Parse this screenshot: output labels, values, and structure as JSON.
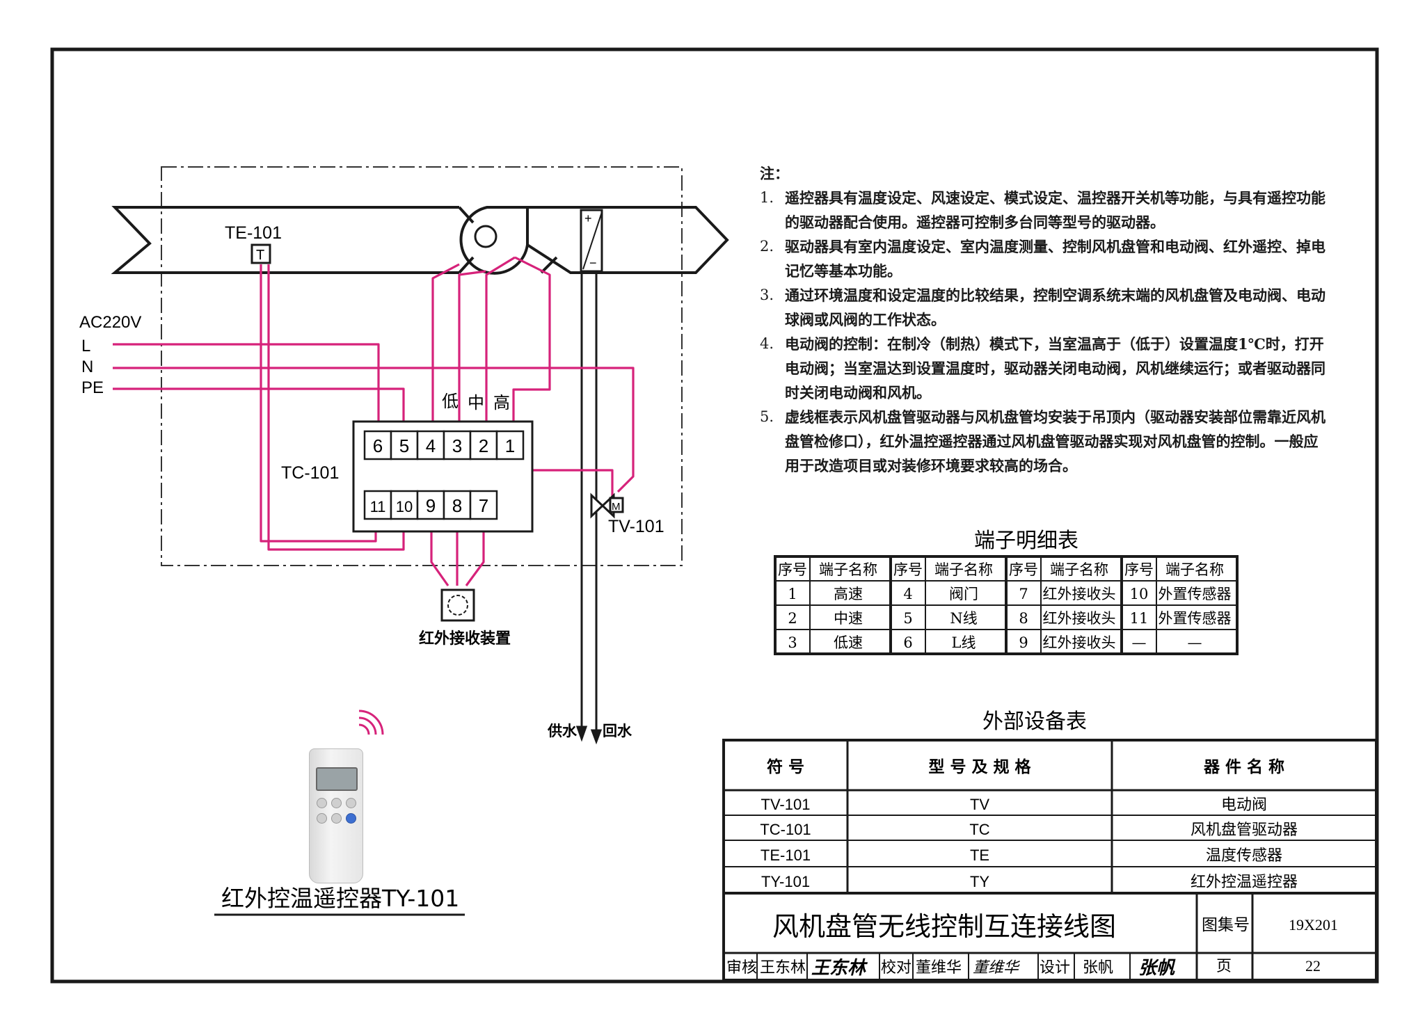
{
  "diagram": {
    "sensor_label": "TE-101",
    "sensor_symbol": "T",
    "power_label": "AC220V",
    "power_lines": [
      "L",
      "N",
      "PE"
    ],
    "speed_labels": [
      "低",
      "中",
      "高"
    ],
    "controller_label": "TC-101",
    "terminals_top": [
      "6",
      "5",
      "4",
      "3",
      "2",
      "1"
    ],
    "terminals_bottom": [
      "11",
      "10",
      "9",
      "8",
      "7"
    ],
    "valve_label": "TV-101",
    "valve_motor_symbol": "M",
    "coil_plus": "+",
    "coil_minus": "−",
    "ir_receiver_label": "红外接收装置",
    "supply_water": "供水",
    "return_water": "回水",
    "remote_caption": "红外控温遥控器TY-101"
  },
  "notes": {
    "heading": "注：",
    "items": [
      {
        "num": "1.",
        "text": "遥控器具有温度设定、风速设定、模式设定、温控器开关机等功能，与具有遥控功能的驱动器配合使用。遥控器可控制多台同等型号的驱动器。"
      },
      {
        "num": "2.",
        "text": "驱动器具有室内温度设定、室内温度测量、控制风机盘管和电动阀、红外遥控、掉电记忆等基本功能。"
      },
      {
        "num": "3.",
        "text": "通过环境温度和设定温度的比较结果，控制空调系统末端的风机盘管及电动阀、电动球阀或风阀的工作状态。"
      },
      {
        "num": "4.",
        "text": "电动阀的控制：在制冷（制热）模式下，当室温高于（低于）设置温度1℃时，打开电动阀；当室温达到设置温度时，驱动器关闭电动阀，风机继续运行；或者驱动器同时关闭电动阀和风机。"
      },
      {
        "num": "5.",
        "text": "虚线框表示风机盘管驱动器与风机盘管均安装于吊顶内（驱动器安装部位需靠近风机盘管检修口），红外温控遥控器通过风机盘管驱动器实现对风机盘管的控制。一般应用于改造项目或对装修环境要求较高的场合。"
      }
    ]
  },
  "terminal_table": {
    "title": "端子明细表",
    "headers": [
      "序号",
      "端子名称",
      "序号",
      "端子名称",
      "序号",
      "端子名称",
      "序号",
      "端子名称"
    ],
    "rows": [
      [
        "1",
        "高速",
        "4",
        "阀门",
        "7",
        "红外接收头",
        "10",
        "外置传感器"
      ],
      [
        "2",
        "中速",
        "5",
        "N线",
        "8",
        "红外接收头",
        "11",
        "外置传感器"
      ],
      [
        "3",
        "低速",
        "6",
        "L线",
        "9",
        "红外接收头",
        "—",
        "—"
      ]
    ]
  },
  "equipment_table": {
    "title": "外部设备表",
    "headers": [
      "符 号",
      "型 号 及 规 格",
      "器 件 名 称"
    ],
    "rows": [
      [
        "TV-101",
        "TV",
        "电动阀"
      ],
      [
        "TC-101",
        "TC",
        "风机盘管驱动器"
      ],
      [
        "TE-101",
        "TE",
        "温度传感器"
      ],
      [
        "TY-101",
        "TY",
        "红外控温遥控器"
      ]
    ]
  },
  "title_block": {
    "drawing_title": "风机盘管无线控制互连接线图",
    "atlas_label": "图集号",
    "atlas_no": "19X201",
    "review_label": "审核",
    "reviewer": "王东林",
    "reviewer_sig": "王东林",
    "check_label": "校对",
    "checker": "董维华",
    "checker_sig": "董维华",
    "design_label": "设计",
    "designer": "张帆",
    "designer_sig": "张帆",
    "page_label": "页",
    "page_no": "22"
  },
  "colors": {
    "wire": "#d6227a",
    "line": "#1a1a1a"
  }
}
